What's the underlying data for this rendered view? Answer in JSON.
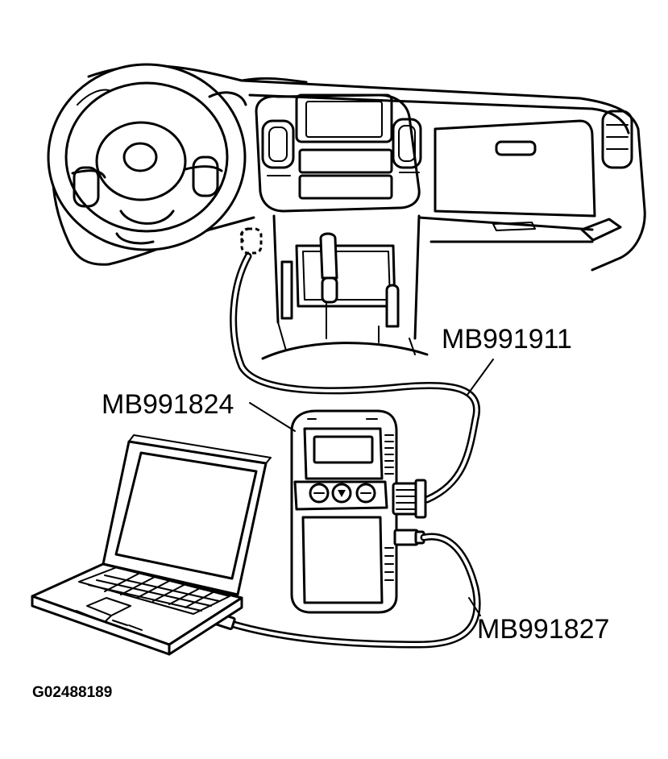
{
  "labels": {
    "cable_vehicle": "MB991911",
    "scan_tool": "MB991824",
    "cable_usb": "MB991827",
    "figure_code": "G02488189"
  },
  "icons": [
    "steering-wheel-icon",
    "dashboard-icon",
    "diagnostic-connector-icon",
    "scan-tool-icon",
    "laptop-icon",
    "cable-icon"
  ]
}
